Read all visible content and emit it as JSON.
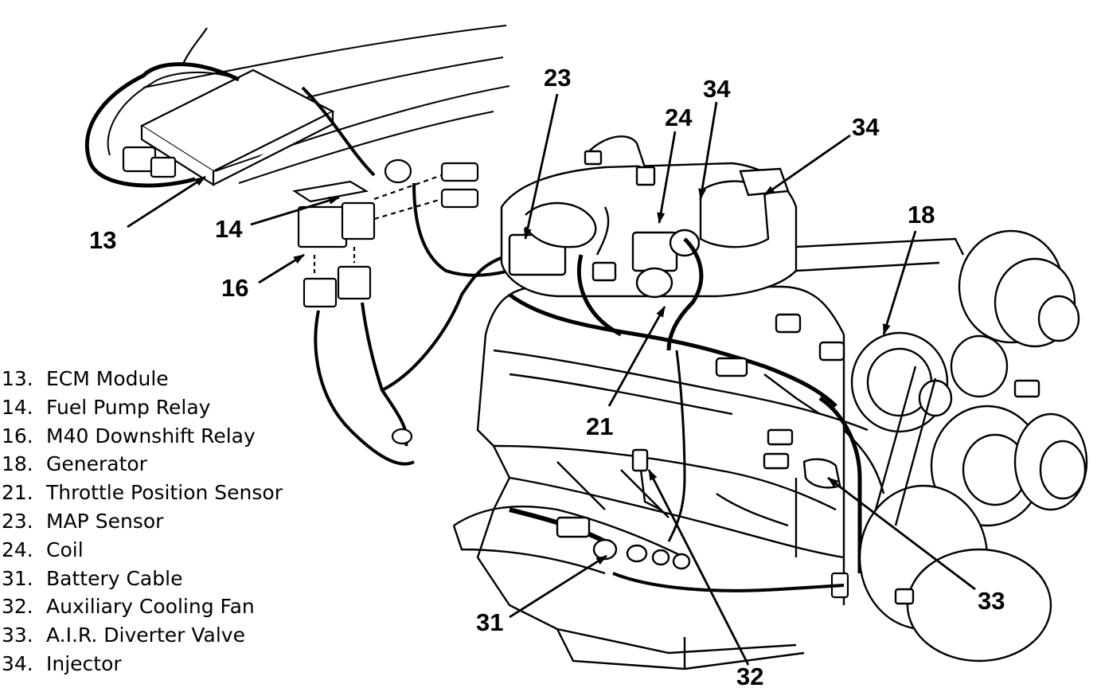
{
  "diagram": {
    "colors": {
      "ink": "#000000",
      "paper": "#ffffff"
    },
    "callouts": {
      "c13": "13",
      "c14": "14",
      "c16": "16",
      "c18": "18",
      "c21": "21",
      "c23": "23",
      "c24": "24",
      "c31": "31",
      "c32": "32",
      "c33": "33",
      "c34a": "34",
      "c34b": "34"
    },
    "legend": [
      {
        "num": "13.",
        "label": "ECM Module"
      },
      {
        "num": "14.",
        "label": "Fuel Pump Relay"
      },
      {
        "num": "16.",
        "label": "M40 Downshift Relay"
      },
      {
        "num": "18.",
        "label": "Generator"
      },
      {
        "num": "21.",
        "label": "Throttle Position Sensor"
      },
      {
        "num": "23.",
        "label": "MAP Sensor"
      },
      {
        "num": "24.",
        "label": "Coil"
      },
      {
        "num": "31.",
        "label": "Battery Cable"
      },
      {
        "num": "32.",
        "label": "Auxiliary Cooling Fan"
      },
      {
        "num": "33.",
        "label": "A.I.R. Diverter Valve"
      },
      {
        "num": "34.",
        "label": "Injector"
      }
    ]
  }
}
